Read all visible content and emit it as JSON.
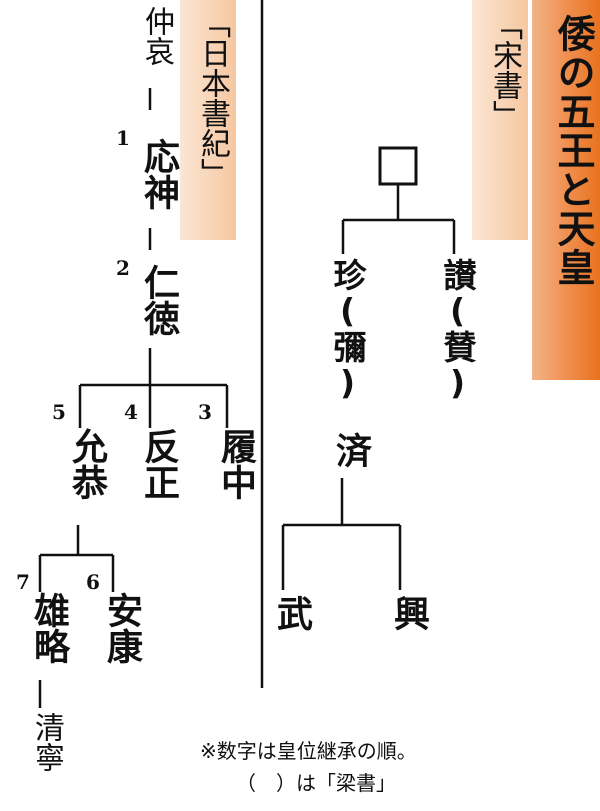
{
  "title": "倭の五王と天皇",
  "song": {
    "source": "「宋書」",
    "root_box": "",
    "children": [
      "讃(賛)",
      "珍(彌)"
    ],
    "next": "済",
    "grandchildren": [
      "興",
      "武"
    ]
  },
  "nihon": {
    "source": "「日本書紀」",
    "emperors": [
      {
        "num": "",
        "name": "仲哀"
      },
      {
        "num": "1",
        "name": "応神"
      },
      {
        "num": "2",
        "name": "仁徳"
      },
      {
        "num": "3",
        "name": "履中"
      },
      {
        "num": "4",
        "name": "反正"
      },
      {
        "num": "5",
        "name": "允恭"
      },
      {
        "num": "6",
        "name": "安康"
      },
      {
        "num": "7",
        "name": "雄略"
      },
      {
        "num": "",
        "name": "清寧"
      }
    ]
  },
  "note": {
    "line1": "※数字は皇位継承の順。",
    "line2": "（　）は「梁書」"
  }
}
